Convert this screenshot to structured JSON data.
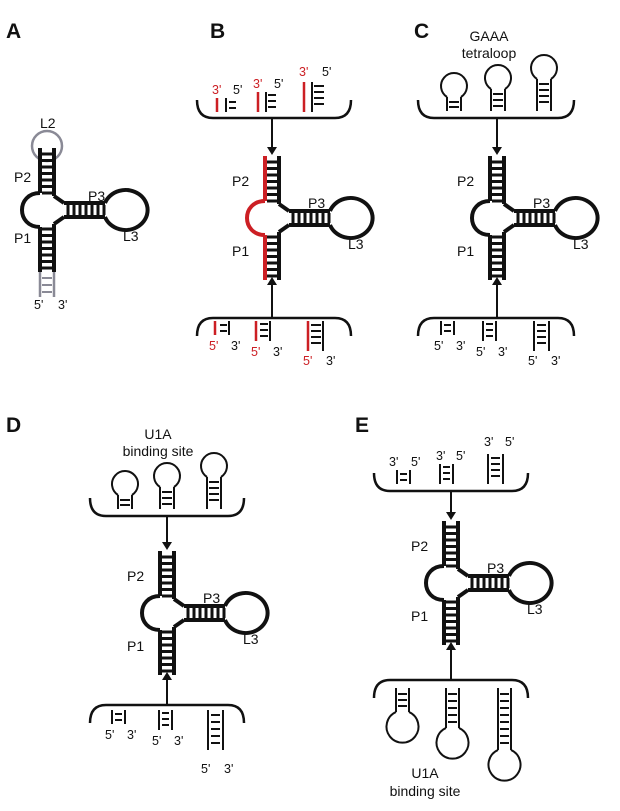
{
  "colors": {
    "ink": "#111111",
    "highlight": "#cc1f24",
    "gray": "#8a8a96"
  },
  "panels": {
    "a": {
      "letter": "A",
      "p1": "P1",
      "p2": "P2",
      "p3": "P3",
      "l2": "L2",
      "l3": "L3",
      "end5": "5'",
      "end3": "3'"
    },
    "b": {
      "letter": "B",
      "p1": "P1",
      "p2": "P2",
      "p3": "P3",
      "l3": "L3",
      "end5": "5'",
      "end3": "3'"
    },
    "c": {
      "letter": "C",
      "p1": "P1",
      "p2": "P2",
      "p3": "P3",
      "l3": "L3",
      "end5": "5'",
      "end3": "3'",
      "top_label_1": "GAAA",
      "top_label_2": "tetraloop"
    },
    "d": {
      "letter": "D",
      "p1": "P1",
      "p2": "P2",
      "p3": "P3",
      "l3": "L3",
      "end5": "5'",
      "end3": "3'",
      "top_label_1": "U1A",
      "top_label_2": "binding site"
    },
    "e": {
      "letter": "E",
      "p1": "P1",
      "p2": "P2",
      "p3": "P3",
      "l3": "L3",
      "end5": "5'",
      "end3": "3'",
      "bottom_label_1": "U1A",
      "bottom_label_2": "binding site"
    }
  }
}
